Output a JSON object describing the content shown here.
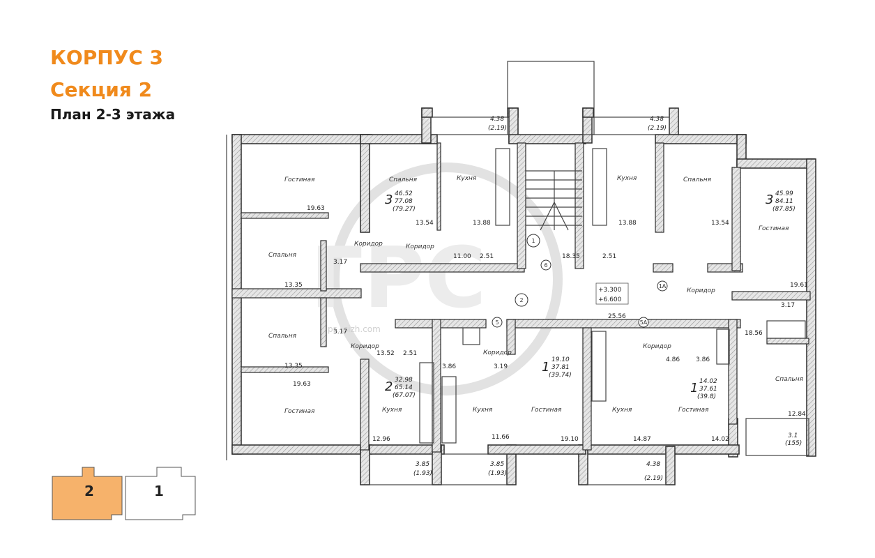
{
  "header": {
    "building": "КОРПУС 3",
    "section": "Секция 2",
    "floor_plan": "План 2-3 этажа"
  },
  "colors": {
    "accent": "#f08a1c",
    "selected_section": "#f6b26b",
    "wall": "#dedede"
  },
  "watermark": {
    "letters": "ГРС",
    "url": "pr...sizh.com"
  },
  "rooms": {
    "gostinaya": "Гостиная",
    "spalnya": "Спальня",
    "kukhnya": "Кухня",
    "koridor": "Коридор"
  },
  "elevation": {
    "a": "+3.300",
    "b": "+6.600"
  },
  "stair_marker": "1",
  "hall_marker": "2",
  "door_marks": {
    "d6": "6",
    "d5": "5",
    "d5a": "5А",
    "d1a": "1А"
  },
  "apartments": {
    "a3left": {
      "rooms": "3",
      "living": "46.52",
      "total": "77.08",
      "total_b": "(79.27)"
    },
    "a3right": {
      "rooms": "3",
      "living": "45.99",
      "total": "84.11",
      "total_b": "(87.85)"
    },
    "a2": {
      "rooms": "2",
      "living": "32.98",
      "total": "65.14",
      "total_b": "(67.07)"
    },
    "a1mid": {
      "rooms": "1",
      "living": "19.10",
      "total": "37.81",
      "total_b": "(39.74)"
    },
    "a1right": {
      "rooms": "1",
      "living": "14.02",
      "total": "37.61",
      "total_b": "(39.8)"
    }
  },
  "balconies": {
    "top_left": {
      "area": "4.38",
      "area_b": "(2.19)"
    },
    "top_right": {
      "area": "4.38",
      "area_b": "(2.19)"
    },
    "bot_1": {
      "area": "3.85",
      "area_b": "(1.93)"
    },
    "bot_2": {
      "area": "3.85",
      "area_b": "(1.93)"
    },
    "bot_3": {
      "area": "4.38",
      "area_b": "(2.19)"
    },
    "right": {
      "area": "3.1",
      "area_b": "(155)"
    }
  },
  "areas": {
    "g_tl": "19.63",
    "s_tl2": "13.54",
    "k_tl": "13.88",
    "corr_l": "11.00",
    "bath_l": "2.51",
    "stair": "18.35",
    "k_tr": "13.88",
    "bath_tr": "2.51",
    "s_tr": "13.54",
    "s_l1": "13.35",
    "wc_l1": "3.17",
    "s_l2": "13.35",
    "wc_l2": "3.17",
    "corr_c": "13.52",
    "bath_c": "2.51",
    "g_bl": "19.63",
    "k_bl": "12.96",
    "b_c1": "3.86",
    "b_c2": "3.19",
    "k_bc": "11.66",
    "g_bc": "19.10",
    "hall": "25.56",
    "k_br": "14.87",
    "b_br1": "4.86",
    "b_br2": "3.86",
    "g_br": "14.02",
    "g_r": "19.61",
    "wc_r": "3.17",
    "corr_r": "18.56",
    "s_r": "12.84"
  },
  "section_selector": [
    "2",
    "1"
  ]
}
